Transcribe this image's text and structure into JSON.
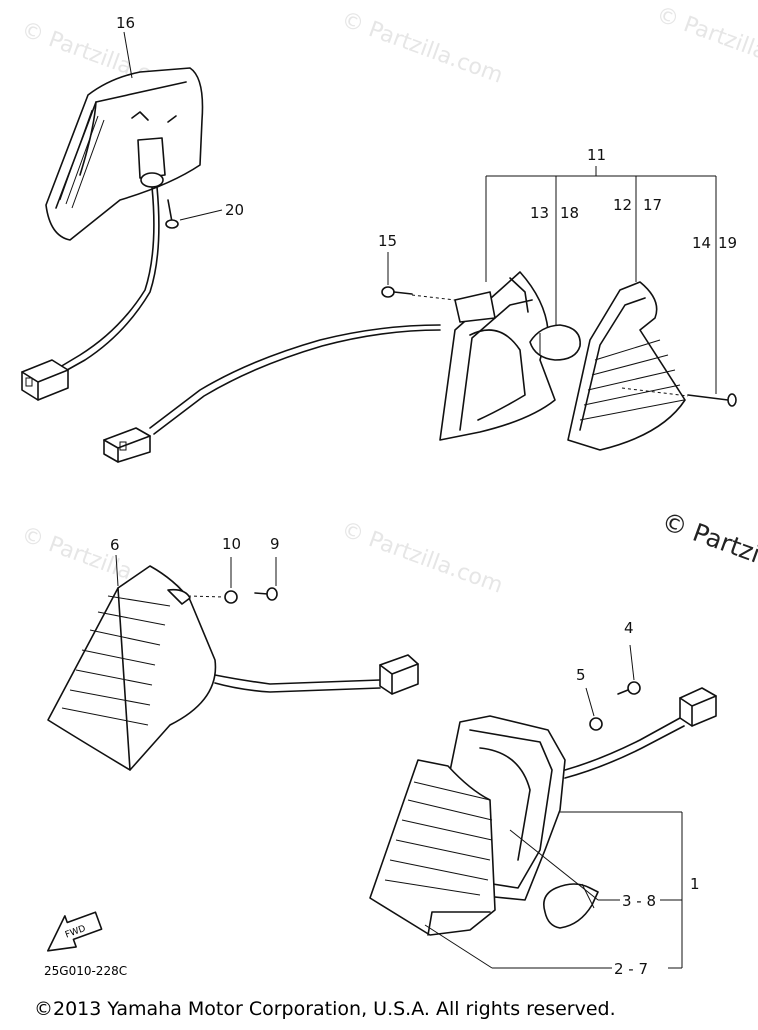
{
  "watermark": "© Partzilla.com",
  "watermark_big": "© Partzill",
  "diagram_code": "25G010-228C",
  "fwd_label": "FWD",
  "copyright": "©2013  Yamaha Motor Corporation, U.S.A. All rights reserved.",
  "callouts": {
    "c1": "1",
    "c2_7": "2 - 7",
    "c3_8": "3 - 8",
    "c4": "4",
    "c5": "5",
    "c6": "6",
    "c9": "9",
    "c10": "10",
    "c11": "11",
    "c12": "12",
    "c13": "13",
    "c14": "14",
    "c15": "15",
    "c16": "16",
    "c17": "17",
    "c18": "18",
    "c19": "19",
    "c20": "20"
  }
}
